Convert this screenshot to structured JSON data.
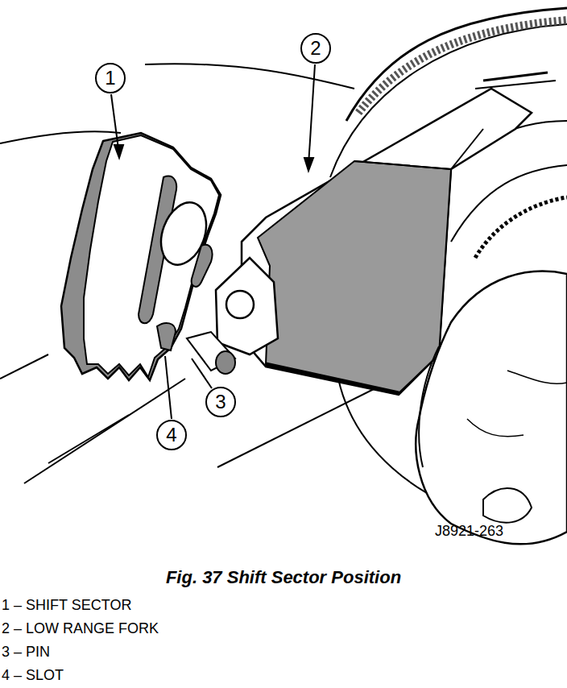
{
  "diagram": {
    "caption": "Fig. 37 Shift Sector Position",
    "nodes": [
      {
        "text": [
          "1"
        ]
      },
      {
        "text": [
          "2"
        ]
      },
      {
        "text": [
          "3"
        ]
      },
      {
        "text": [
          "4"
        ]
      }
    ],
    "labels": [
      "J8921-263",
      "1 – SHIFT SECTOR",
      "2 – LOW RANGE FORK",
      "3 – PIN",
      "4 – SLOT"
    ]
  }
}
